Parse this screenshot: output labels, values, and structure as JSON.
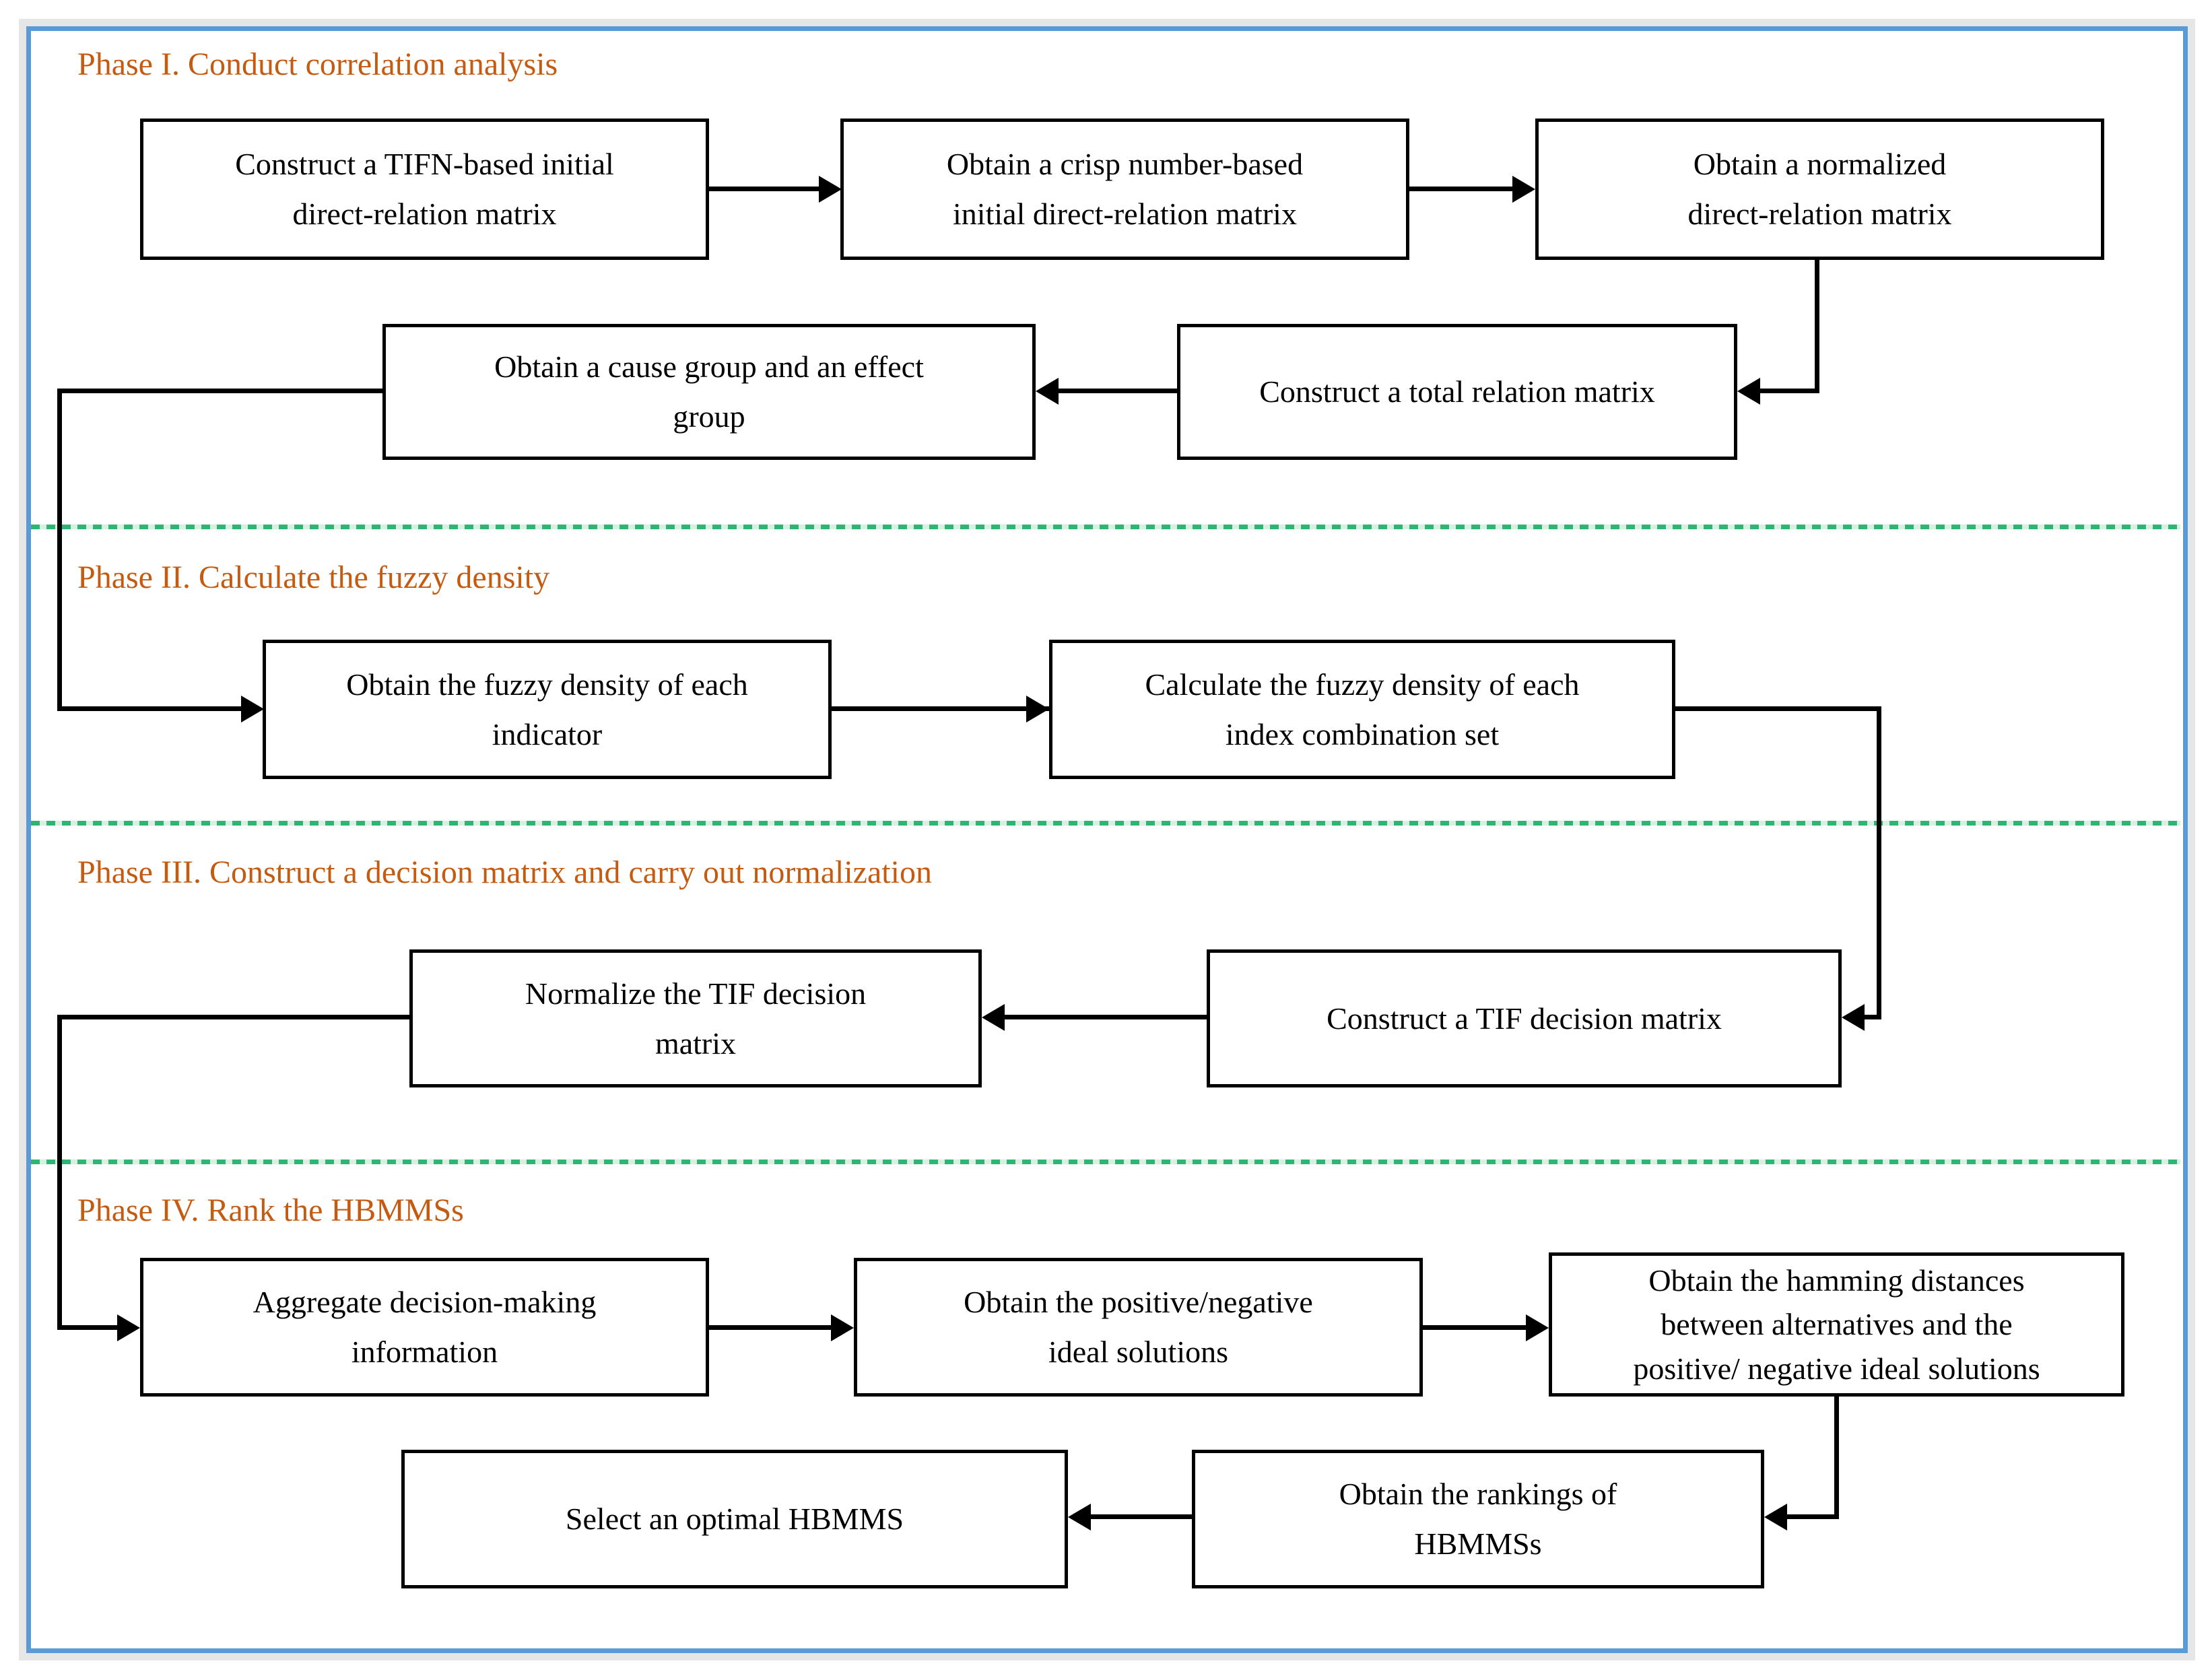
{
  "figure": {
    "type": "flowchart",
    "phases": [
      {
        "title": "Phase I. Conduct correlation analysis",
        "boxes": [
          {
            "label": "Construct a TIFN-based initial\ndirect-relation matrix"
          },
          {
            "label": "Obtain a crisp number-based\ninitial direct-relation matrix"
          },
          {
            "label": "Obtain a normalized\ndirect-relation matrix"
          },
          {
            "label": "Obtain a cause group and an effect\ngroup"
          },
          {
            "label": "Construct a total relation matrix"
          }
        ]
      },
      {
        "title": "Phase II. Calculate the fuzzy density",
        "boxes": [
          {
            "label": "Obtain the fuzzy density of each\nindicator"
          },
          {
            "label": "Calculate the fuzzy density of each\nindex combination set"
          }
        ]
      },
      {
        "title": "Phase III. Construct a decision matrix and carry out normalization",
        "boxes": [
          {
            "label": "Normalize the TIF decision\nmatrix"
          },
          {
            "label": "Construct a TIF decision matrix"
          }
        ]
      },
      {
        "title": "Phase IV. Rank the HBMMSs",
        "boxes": [
          {
            "label": "Aggregate decision-making\ninformation"
          },
          {
            "label": "Obtain the positive/negative\nideal solutions"
          },
          {
            "label": "Obtain the hamming distances\nbetween alternatives and the\npositive/ negative ideal solutions"
          },
          {
            "label": "Select an optimal HBMMS"
          },
          {
            "label": "Obtain the rankings of\nHBMMSs"
          }
        ]
      }
    ],
    "colors": {
      "phase_title": "#C55A11",
      "outer_border": "#5B9BD5",
      "outer_frame": "#E7E6E6",
      "divider": "#2EB573",
      "divider_light": "#D7F0E1",
      "box_border": "#000000",
      "arrow": "#000000"
    }
  }
}
